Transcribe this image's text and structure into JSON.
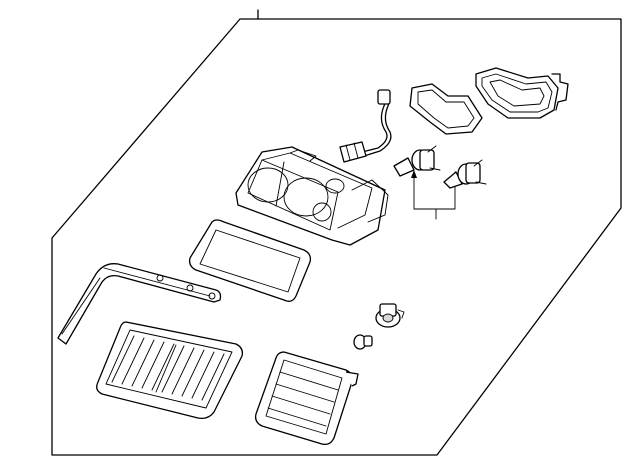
{
  "diagram": {
    "parts": [
      {
        "id": "headlamp-housing",
        "icon": "headlamp-housing-icon"
      },
      {
        "id": "headlamp-lens",
        "icon": "lens-icon"
      },
      {
        "id": "headlamp-seal",
        "icon": "seal-ring-icon"
      },
      {
        "id": "bulb-harness",
        "icon": "bulb-harness-icon"
      },
      {
        "id": "bulbs",
        "icon": "bulb-icon"
      },
      {
        "id": "trim-molding",
        "icon": "trim-molding-icon"
      },
      {
        "id": "grille-lamp",
        "icon": "grille-lamp-icon"
      },
      {
        "id": "corner-lamp",
        "icon": "corner-lamp-icon"
      },
      {
        "id": "socket",
        "icon": "socket-icon"
      },
      {
        "id": "small-bulb",
        "icon": "small-bulb-icon"
      }
    ],
    "colors": {
      "stroke": "#000000",
      "background": "#ffffff"
    }
  }
}
